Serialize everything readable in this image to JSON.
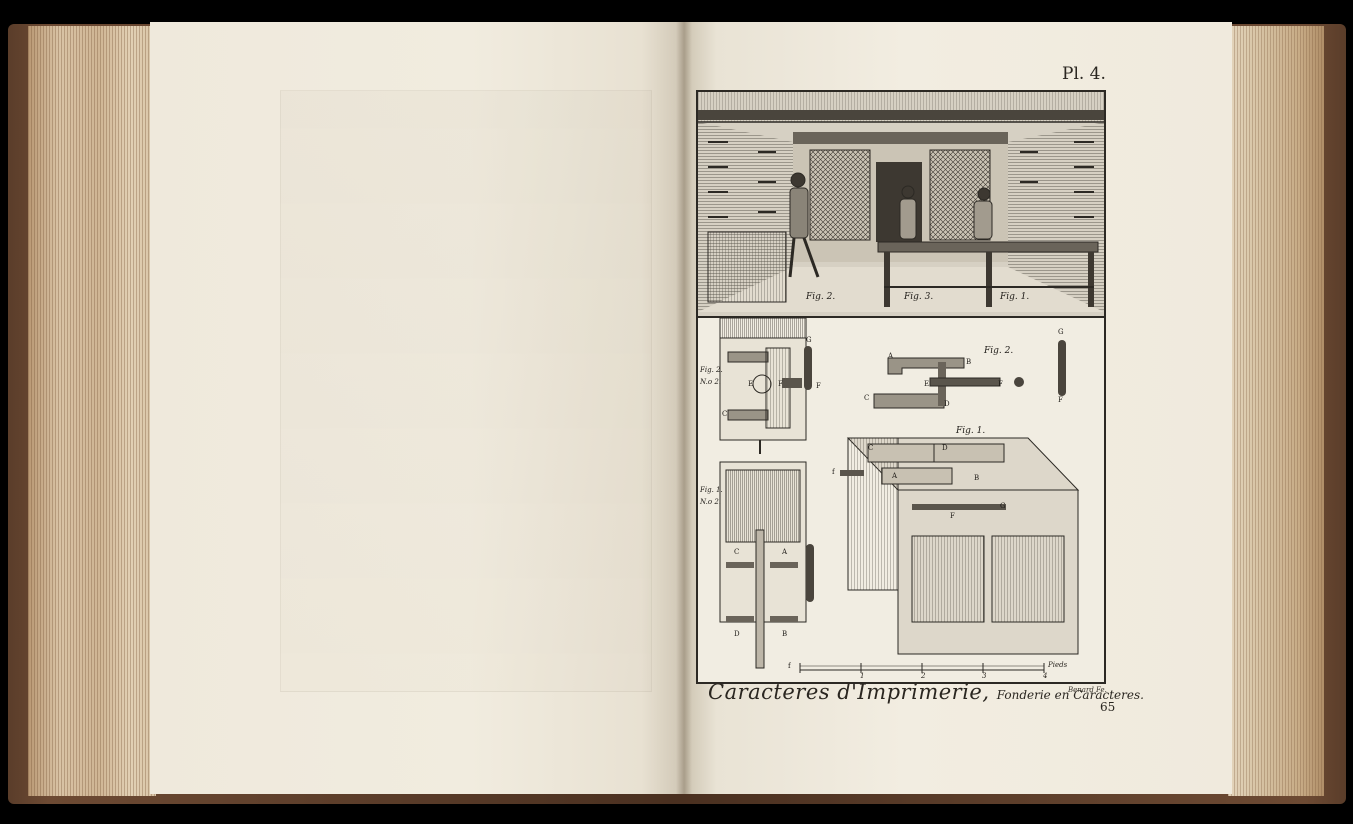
{
  "plate": {
    "plate_number": "Pl. 4.",
    "caption_main": "Caracteres d'Imprimerie,",
    "caption_sub": "Fonderie en Caracteres.",
    "engraver": "Benard Fe.",
    "page_number": "65",
    "scale_unit": "Pieds",
    "scale_ticks": [
      "1",
      "2",
      "3",
      "4"
    ]
  },
  "figures": {
    "vignette": [
      "Fig. 2.",
      "Fig. 3.",
      "Fig. 1."
    ],
    "mould_top": "Fig. 2.",
    "mould_top_no": "N.o 2.",
    "mould_bottom": "Fig. 1.",
    "mould_bottom_no": "N.o 2.",
    "press_parts": "Fig. 2.",
    "table": "Fig. 1."
  },
  "letters": {
    "mould_top": [
      "E",
      "F",
      "G",
      "C",
      "F"
    ],
    "mould_bottom": [
      "C",
      "A",
      "D",
      "B",
      "f"
    ],
    "press_parts": [
      "A",
      "B",
      "E",
      "F",
      "C",
      "D",
      "G",
      "F"
    ],
    "table": [
      "C",
      "D",
      "f",
      "A",
      "B",
      "F",
      "G"
    ]
  },
  "colors": {
    "ink": "#2c2924",
    "paper": "#f1ede2",
    "cover": "#5a3d2a"
  }
}
